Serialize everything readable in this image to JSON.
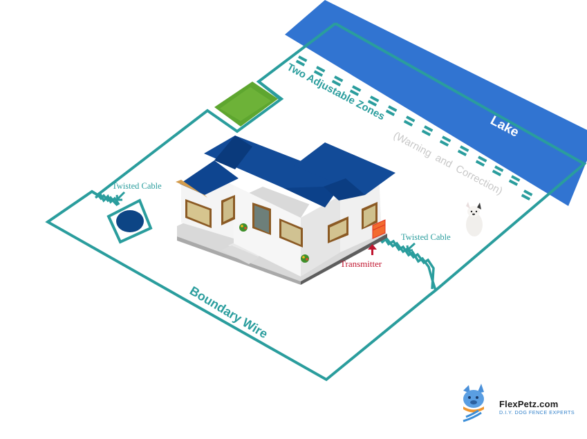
{
  "diagram": {
    "labels": {
      "lake": "Lake",
      "zones_title": "Two Adjustable Zones",
      "zones_subtitle": "(Warning  and  Correction)",
      "twisted_cable_left": "Twisted Cable",
      "twisted_cable_right": "Twisted Cable",
      "transmitter": "Transmitter",
      "boundary_wire": "Boundary Wire"
    },
    "elements": [
      "lake",
      "boundary-wire",
      "warning-zone-dashes",
      "garden-patch",
      "house",
      "transmitter",
      "twisted-cable-left",
      "twisted-cable-right",
      "pool",
      "dog"
    ],
    "colors": {
      "wire": "#2a9d9d",
      "lake": "#3174d1",
      "pool": "#0d4585",
      "roof": "#0e4590",
      "transmitter": "#f26b2f",
      "transmitter_label": "#c0152f",
      "zones_subtitle": "#c8c8c8",
      "grass": "#63a832"
    }
  },
  "logo": {
    "name": "FlexPetz.com",
    "tagline": "D.I.Y. DOG FENCE EXPERTS"
  }
}
